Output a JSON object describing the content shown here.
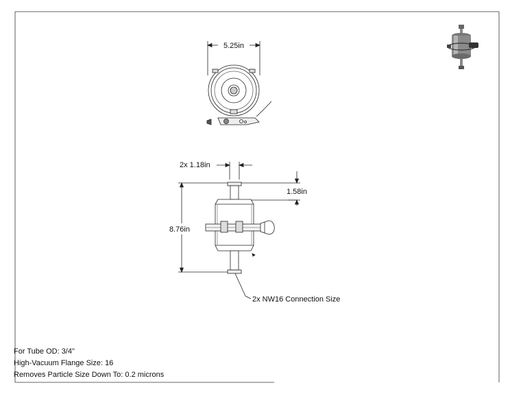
{
  "drawing": {
    "dimensions": {
      "top_view_width": "5.25in",
      "tube_width": "2x 1.18in",
      "flange_height": "1.58in",
      "overall_height": "8.76in",
      "connection_callout": "2x NW16 Connection Size"
    },
    "specs": [
      "For Tube OD: 3/4\"",
      "High-Vacuum Flange Size: 16",
      "Removes Particle Size Down To: 0.2 microns"
    ],
    "icons": {
      "top_view": "filter-top-view-drawing",
      "front_view": "filter-front-view-drawing",
      "iso_view": "filter-isometric-thumbnail"
    }
  }
}
